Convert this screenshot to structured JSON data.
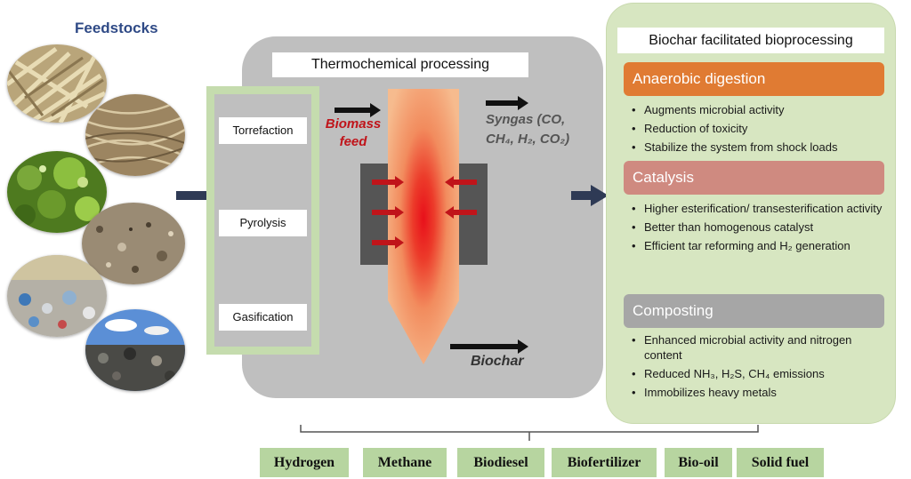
{
  "feedstocks": {
    "title": "Feedstocks",
    "photos": [
      "straw-stalks",
      "dry-roots",
      "green-algae",
      "soil-compost",
      "plastic-waste",
      "landfill-garbage"
    ]
  },
  "thermochemical": {
    "title": "Thermochemical processing",
    "processes": [
      "Torrefaction",
      "Pyrolysis",
      "Gasification"
    ],
    "biomass_feed": [
      "Biomass",
      "feed"
    ],
    "syngas_line1": "Syngas (CO,",
    "syngas_line2": "CH₄, H₂, CO₂)",
    "biochar": "Biochar"
  },
  "bioprocessing": {
    "title": "Biochar facilitated bioprocessing",
    "categories": [
      {
        "name": "Anaerobic digestion",
        "color": "#e07b33",
        "items": [
          "Augments microbial activity",
          "Reduction of toxicity",
          "Stabilize the system from shock loads"
        ]
      },
      {
        "name": "Catalysis",
        "color": "#cf8a80",
        "items": [
          "Higher esterification/ transesterification activity",
          "Better than homogenous catalyst",
          "Efficient tar reforming and H₂ generation"
        ]
      },
      {
        "name": "Composting",
        "color": "#a6a6a6",
        "items": [
          "Enhanced microbial activity and nitrogen content",
          "Reduced NH₃, H₂S, CH₄ emissions",
          "Immobilizes heavy metals"
        ]
      }
    ]
  },
  "products": [
    "Hydrogen",
    "Methane",
    "Biodiesel",
    "Biofertilizer",
    "Bio-oil",
    "Solid fuel"
  ],
  "colors": {
    "arrow_dark": "#2e3a55",
    "heat_arrow": "#c0141a",
    "frame_green": "#c5dcae",
    "panel_green": "#d7e6c1",
    "product_green": "#b7d5a0"
  }
}
